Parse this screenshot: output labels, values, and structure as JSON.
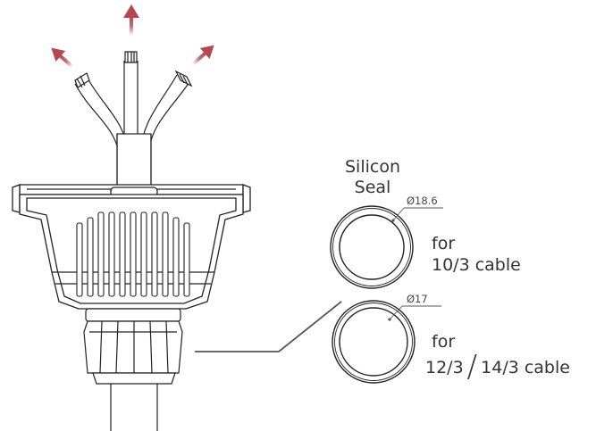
{
  "seal": {
    "title_line1": "Silicon",
    "title_line2": "Seal"
  },
  "large_seal": {
    "diameter": "Ø18.6",
    "for": "for",
    "cable": "10/3 cable"
  },
  "small_seal": {
    "diameter": "Ø17",
    "for": "for",
    "cable_a": "12/3",
    "slash": "/",
    "cable_b": "14/3 cable"
  },
  "colors": {
    "arrow": "#b5484f",
    "line": "#222222",
    "callout": "#555555"
  },
  "icons": [
    "arrow-up-icon",
    "arrow-upleft-icon",
    "arrow-upright-icon"
  ]
}
